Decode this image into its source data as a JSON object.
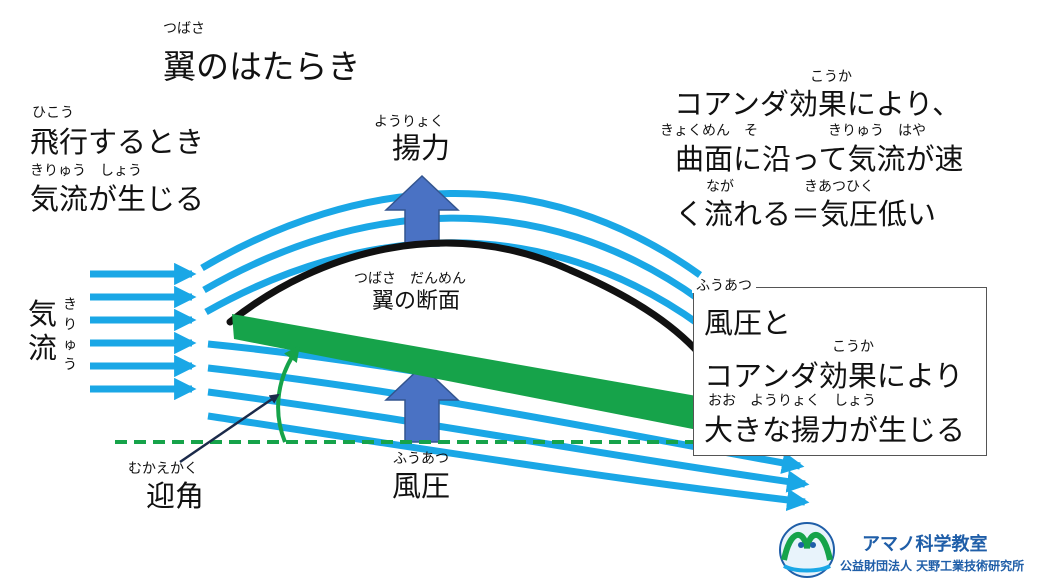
{
  "title": {
    "ruby": "つばさ",
    "text": "翼のはたらき"
  },
  "flight": {
    "ruby1": "ひこう",
    "line1": "飛行するとき",
    "ruby2": "きりゅう　しょう",
    "line2": "気流が生じる"
  },
  "lift": {
    "ruby": "ようりょく",
    "text": "揚力"
  },
  "coanda": {
    "ruby1": "こうか",
    "line1": "コアンダ効果により、",
    "ruby2": "きょくめん　そ　　　　　きりゅう　はや",
    "line2": "曲面に沿って気流が速",
    "ruby3": "なが　　　　　きあつひく",
    "line3": "く流れる＝気圧低い"
  },
  "airflow": {
    "chars": [
      "気",
      "流"
    ],
    "ruby_chars": [
      "き",
      "り",
      "ゅ",
      "う"
    ]
  },
  "wing_section": {
    "ruby": "つばさ　だんめん",
    "text": "翼の断面"
  },
  "wind_pressure": {
    "ruby": "ふうあつ",
    "text": "風圧"
  },
  "angle_of_attack": {
    "ruby": "むかえかく",
    "text": "迎角"
  },
  "result_box": {
    "title_ruby": "ふうあつ",
    "line1": "風圧と",
    "ruby2": "こうか",
    "line2": "コアンダ効果により",
    "ruby3": "おお　ようりょく　しょう",
    "line3": "大きな揚力が生じる"
  },
  "logo": {
    "name": "アマノ科学教室",
    "org": "公益財団法人 天野工業技術研究所"
  },
  "colors": {
    "stream": "#1aa7e6",
    "wing": "#16a34a",
    "arrow": "#4a72c4",
    "logo": "#1f5ea8"
  }
}
